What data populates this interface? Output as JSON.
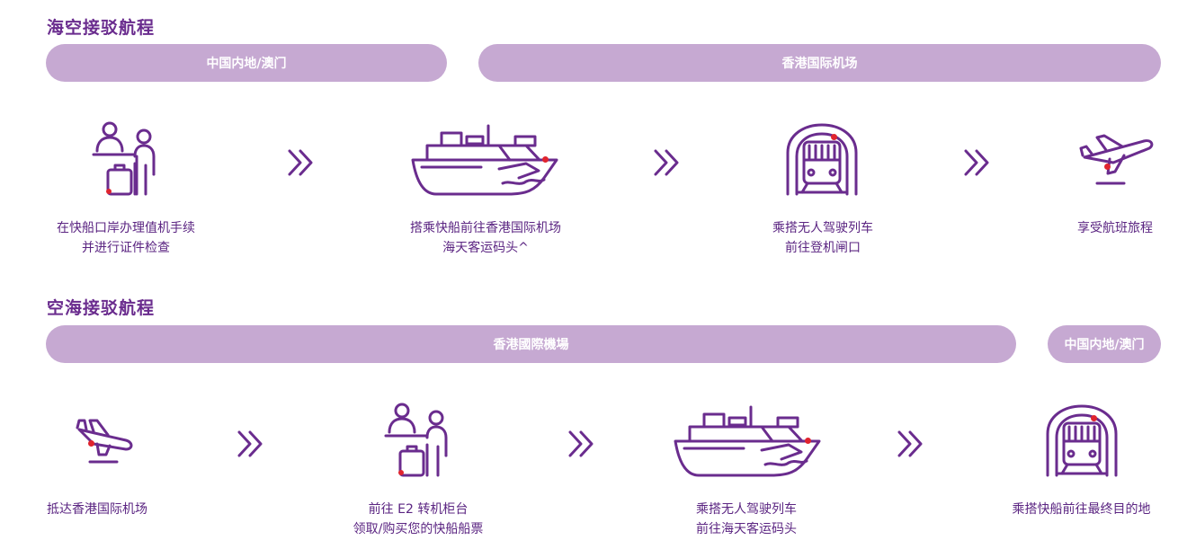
{
  "sea_air": {
    "title": "海空接驳航程",
    "bar_left": "中国内地/澳门",
    "bar_right": "香港国际机场",
    "steps": [
      {
        "icon": "check-in-counter-icon",
        "line1": "在快船口岸办理值机手续",
        "line2": "并进行证件检查"
      },
      {
        "icon": "ferry-icon",
        "line1": "搭乘快船前往香港国际机场",
        "line2": "海天客运码头^"
      },
      {
        "icon": "train-icon",
        "line1": "乘搭无人驾驶列车",
        "line2": "前往登机闸口"
      },
      {
        "icon": "plane-takeoff-icon",
        "line1": "享受航班旅程",
        "line2": ""
      }
    ]
  },
  "air_sea": {
    "title": "空海接驳航程",
    "bar_left": "香港國際機場",
    "bar_right": "中国内地/澳门",
    "steps": [
      {
        "icon": "plane-landing-icon",
        "line1": "抵达香港国际机场",
        "line2": ""
      },
      {
        "icon": "check-in-counter-icon",
        "line1": "前往 E2 转机柜台",
        "line2": "领取/购买您的快船船票"
      },
      {
        "icon": "ferry-icon",
        "line1": "乘搭无人驾驶列车",
        "line2": "前往海天客运码头"
      },
      {
        "icon": "train-icon",
        "line1": "乘搭快船前往最终目的地",
        "line2": ""
      }
    ]
  },
  "colors": {
    "accent": "#6a2c8e",
    "bar": "#c6a9d2",
    "dot": "#e0242e"
  }
}
